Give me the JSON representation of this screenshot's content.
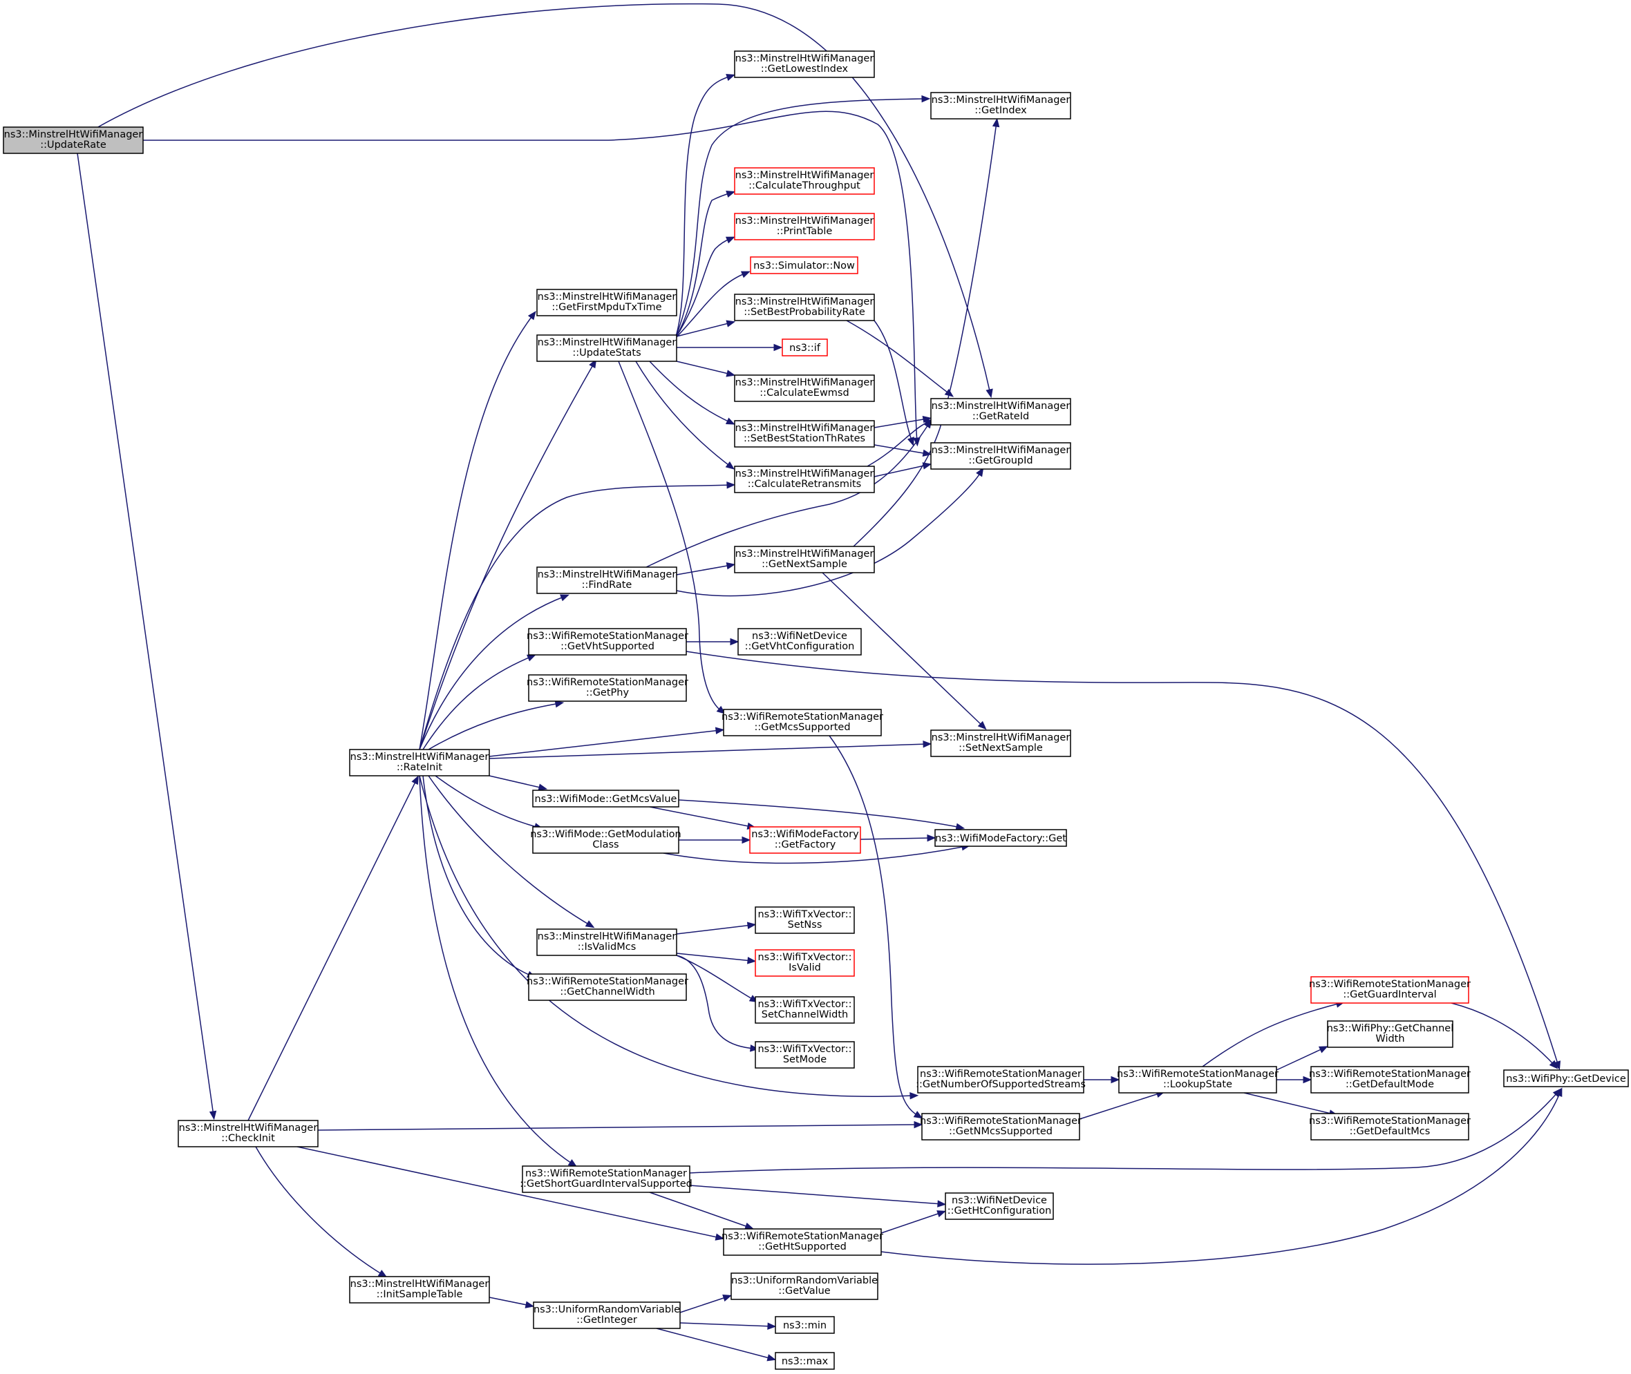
{
  "diagram": {
    "title": "",
    "nodes": [
      {
        "id": "n_updaterate",
        "lines": [
          "ns3::MinstrelHtWifiManager",
          "::UpdateRate"
        ],
        "style": "root"
      },
      {
        "id": "n_getlowestindex",
        "lines": [
          "ns3::MinstrelHtWifiManager",
          "::GetLowestIndex"
        ],
        "style": "normal"
      },
      {
        "id": "n_getindex",
        "lines": [
          "ns3::MinstrelHtWifiManager",
          "::GetIndex"
        ],
        "style": "normal"
      },
      {
        "id": "n_calcthroughput",
        "lines": [
          "ns3::MinstrelHtWifiManager",
          "::CalculateThroughput"
        ],
        "style": "red"
      },
      {
        "id": "n_printtable",
        "lines": [
          "ns3::MinstrelHtWifiManager",
          "::PrintTable"
        ],
        "style": "red"
      },
      {
        "id": "n_simnow",
        "lines": [
          "ns3::Simulator::Now"
        ],
        "style": "red"
      },
      {
        "id": "n_getfirstmpdu",
        "lines": [
          "ns3::MinstrelHtWifiManager",
          "::GetFirstMpduTxTime"
        ],
        "style": "normal"
      },
      {
        "id": "n_setbestprob",
        "lines": [
          "ns3::MinstrelHtWifiManager",
          "::SetBestProbabilityRate"
        ],
        "style": "normal"
      },
      {
        "id": "n_updatestats",
        "lines": [
          "ns3::MinstrelHtWifiManager",
          "::UpdateStats"
        ],
        "style": "normal"
      },
      {
        "id": "n_if",
        "lines": [
          "ns3::if"
        ],
        "style": "red"
      },
      {
        "id": "n_calcewmsd",
        "lines": [
          "ns3::MinstrelHtWifiManager",
          "::CalculateEwmsd"
        ],
        "style": "normal"
      },
      {
        "id": "n_getrateid",
        "lines": [
          "ns3::MinstrelHtWifiManager",
          "::GetRateId"
        ],
        "style": "normal"
      },
      {
        "id": "n_setbeststation",
        "lines": [
          "ns3::MinstrelHtWifiManager",
          "::SetBestStationThRates"
        ],
        "style": "normal"
      },
      {
        "id": "n_getgroupid",
        "lines": [
          "ns3::MinstrelHtWifiManager",
          "::GetGroupId"
        ],
        "style": "normal"
      },
      {
        "id": "n_calcretrans",
        "lines": [
          "ns3::MinstrelHtWifiManager",
          "::CalculateRetransmits"
        ],
        "style": "normal"
      },
      {
        "id": "n_getnextsample",
        "lines": [
          "ns3::MinstrelHtWifiManager",
          "::GetNextSample"
        ],
        "style": "normal"
      },
      {
        "id": "n_findrate",
        "lines": [
          "ns3::MinstrelHtWifiManager",
          "::FindRate"
        ],
        "style": "normal"
      },
      {
        "id": "n_getvhtsupported",
        "lines": [
          "ns3::WifiRemoteStationManager",
          "::GetVhtSupported"
        ],
        "style": "normal"
      },
      {
        "id": "n_getvhtconfig",
        "lines": [
          "ns3::WifiNetDevice",
          "::GetVhtConfiguration"
        ],
        "style": "normal"
      },
      {
        "id": "n_getphy",
        "lines": [
          "ns3::WifiRemoteStationManager",
          "::GetPhy"
        ],
        "style": "normal"
      },
      {
        "id": "n_getmcssupported",
        "lines": [
          "ns3::WifiRemoteStationManager",
          "::GetMcsSupported"
        ],
        "style": "normal"
      },
      {
        "id": "n_rateinit",
        "lines": [
          "ns3::MinstrelHtWifiManager",
          "::RateInit"
        ],
        "style": "normal"
      },
      {
        "id": "n_setnextsample",
        "lines": [
          "ns3::MinstrelHtWifiManager",
          "::SetNextSample"
        ],
        "style": "normal"
      },
      {
        "id": "n_getmcsvalue",
        "lines": [
          "ns3::WifiMode::GetMcsValue"
        ],
        "style": "normal"
      },
      {
        "id": "n_getmodclass",
        "lines": [
          "ns3::WifiMode::GetModulation",
          "Class"
        ],
        "style": "normal"
      },
      {
        "id": "n_getfactory",
        "lines": [
          "ns3::WifiModeFactory",
          "::GetFactory"
        ],
        "style": "red"
      },
      {
        "id": "n_factoryget",
        "lines": [
          "ns3::WifiModeFactory::Get"
        ],
        "style": "normal"
      },
      {
        "id": "n_setnss",
        "lines": [
          "ns3::WifiTxVector::",
          "SetNss"
        ],
        "style": "normal"
      },
      {
        "id": "n_isvalidmcs",
        "lines": [
          "ns3::MinstrelHtWifiManager",
          "::IsValidMcs"
        ],
        "style": "normal"
      },
      {
        "id": "n_isvalid",
        "lines": [
          "ns3::WifiTxVector::",
          "IsValid"
        ],
        "style": "red"
      },
      {
        "id": "n_getchannelwidth",
        "lines": [
          "ns3::WifiRemoteStationManager",
          "::GetChannelWidth"
        ],
        "style": "normal"
      },
      {
        "id": "n_setchannelwidth",
        "lines": [
          "ns3::WifiTxVector::",
          "SetChannelWidth"
        ],
        "style": "normal"
      },
      {
        "id": "n_getguardinterval",
        "lines": [
          "ns3::WifiRemoteStationManager",
          "::GetGuardInterval"
        ],
        "style": "red"
      },
      {
        "id": "n_setmode",
        "lines": [
          "ns3::WifiTxVector::",
          "SetMode"
        ],
        "style": "normal"
      },
      {
        "id": "n_phychannelwidth",
        "lines": [
          "ns3::WifiPhy::GetChannel",
          "Width"
        ],
        "style": "normal"
      },
      {
        "id": "n_getnumstreams",
        "lines": [
          "ns3::WifiRemoteStationManager",
          "::GetNumberOfSupportedStreams"
        ],
        "style": "normal"
      },
      {
        "id": "n_lookupstate",
        "lines": [
          "ns3::WifiRemoteStationManager",
          "::LookupState"
        ],
        "style": "normal"
      },
      {
        "id": "n_getdefaultmode",
        "lines": [
          "ns3::WifiRemoteStationManager",
          "::GetDefaultMode"
        ],
        "style": "normal"
      },
      {
        "id": "n_getdevice",
        "lines": [
          "ns3::WifiPhy::GetDevice"
        ],
        "style": "normal"
      },
      {
        "id": "n_checkinit",
        "lines": [
          "ns3::MinstrelHtWifiManager",
          "::CheckInit"
        ],
        "style": "normal"
      },
      {
        "id": "n_getnmcs",
        "lines": [
          "ns3::WifiRemoteStationManager",
          "::GetNMcsSupported"
        ],
        "style": "normal"
      },
      {
        "id": "n_getdefaultmcs",
        "lines": [
          "ns3::WifiRemoteStationManager",
          "::GetDefaultMcs"
        ],
        "style": "normal"
      },
      {
        "id": "n_getsgisupported",
        "lines": [
          "ns3::WifiRemoteStationManager",
          "::GetShortGuardIntervalSupported"
        ],
        "style": "normal"
      },
      {
        "id": "n_gethtconfig",
        "lines": [
          "ns3::WifiNetDevice",
          "::GetHtConfiguration"
        ],
        "style": "normal"
      },
      {
        "id": "n_gethtsupported",
        "lines": [
          "ns3::WifiRemoteStationManager",
          "::GetHtSupported"
        ],
        "style": "normal"
      },
      {
        "id": "n_initsampletable",
        "lines": [
          "ns3::MinstrelHtWifiManager",
          "::InitSampleTable"
        ],
        "style": "normal"
      },
      {
        "id": "n_urvgetvalue",
        "lines": [
          "ns3::UniformRandomVariable",
          "::GetValue"
        ],
        "style": "normal"
      },
      {
        "id": "n_urvgetinteger",
        "lines": [
          "ns3::UniformRandomVariable",
          "::GetInteger"
        ],
        "style": "normal"
      },
      {
        "id": "n_min",
        "lines": [
          "ns3::min"
        ],
        "style": "normal"
      },
      {
        "id": "n_max",
        "lines": [
          "ns3::max"
        ],
        "style": "normal"
      }
    ]
  }
}
